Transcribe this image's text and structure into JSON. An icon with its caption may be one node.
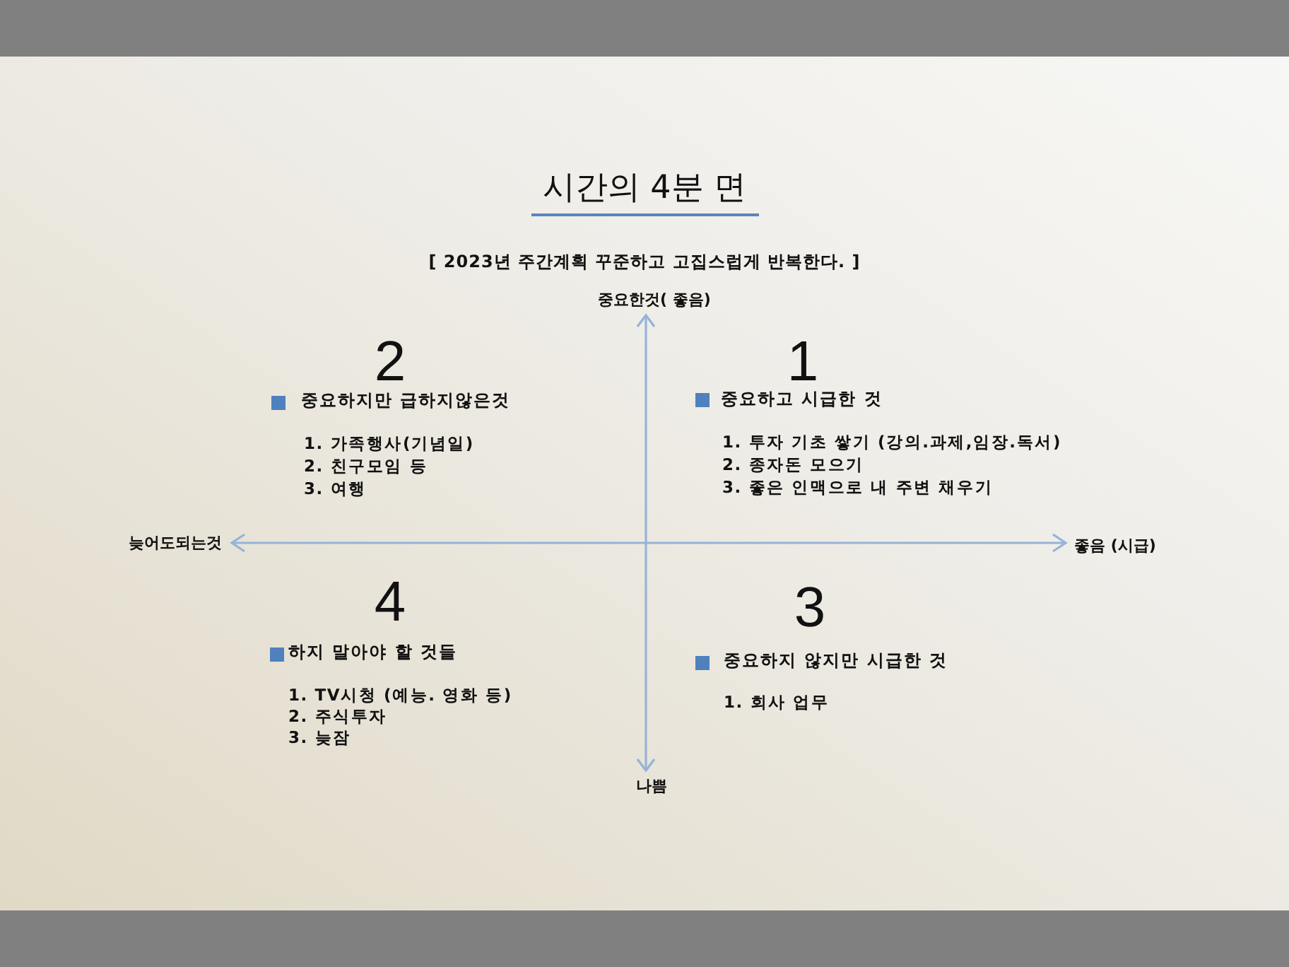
{
  "diagram": {
    "title": "시간의 4분 면",
    "labels": [
      "[ 2023년 주간계획 꾸준하고 고집스럽게 반복한다. ]",
      "중요한것( 좋음)",
      "2",
      "중요하지만 급하지않은것",
      "1. 가족행사(기념일)",
      "2. 친구모임 등",
      "3. 여행",
      "1",
      "중요하고 시급한 것",
      "1. 투자 기초 쌓기 (강의.과제,임장.독서)",
      "2. 종자돈 모으기",
      "3. 좋은 인맥으로 내 주변 채우기",
      "늦어도되는것",
      "좋음 (시급)",
      "4",
      "하지 말아야 할 것들",
      "1. TV시청 (예능. 영화 등)",
      "2. 주식투자",
      "3. 늦잠",
      "3",
      "중요하지 않지만 시급한 것",
      "1. 회사 업무",
      "나쁨"
    ]
  }
}
